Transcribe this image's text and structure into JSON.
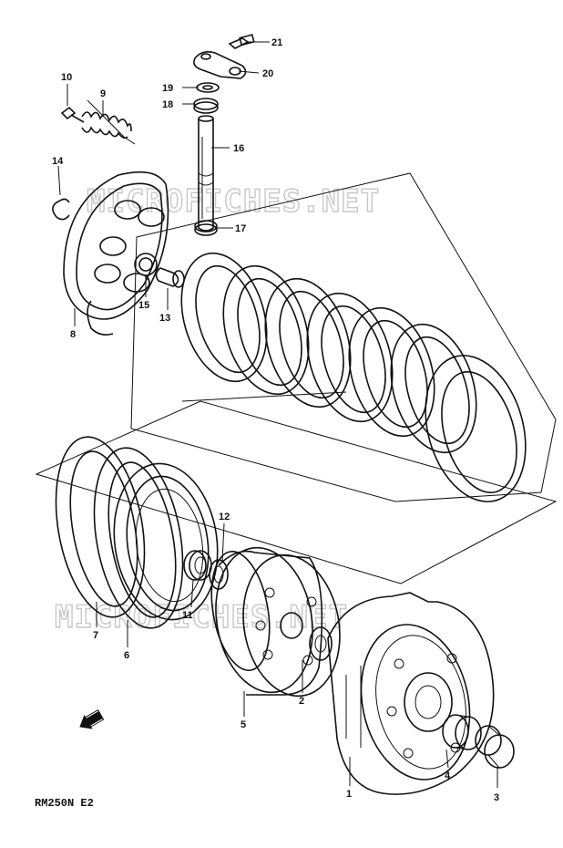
{
  "callouts": {
    "c1": "1",
    "c2": "2",
    "c3": "3",
    "c4": "4",
    "c5": "5",
    "c6": "6",
    "c7": "7",
    "c8": "8",
    "c9": "9",
    "c10": "10",
    "c11": "11",
    "c12": "12",
    "c13": "13",
    "c14": "14",
    "c15": "15",
    "c16": "16",
    "c17": "17",
    "c18": "18",
    "c19": "19",
    "c20": "20",
    "c21": "21"
  },
  "model_label": "RM250N E2",
  "watermark": {
    "line1": "MICROFICHES.NET",
    "line2": "MICROFICHES.NET"
  },
  "front_marker_icon": "front-arrow-icon"
}
